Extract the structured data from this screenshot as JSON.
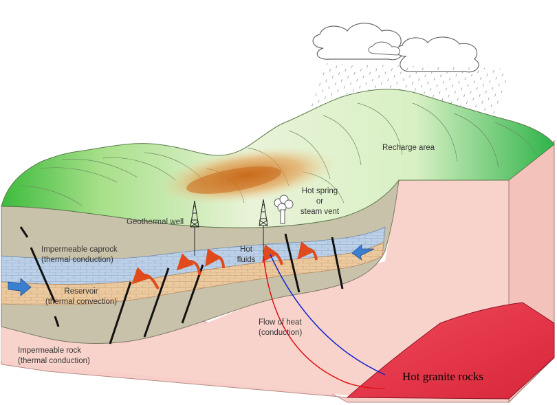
{
  "labels": {
    "recharge_area": "Recharge area",
    "hot_spring_line1": "Hot spring",
    "hot_spring_line2": "or",
    "hot_spring_line3": "steam vent",
    "geothermal_well": "Geothermal well",
    "caprock_line1": "Impermeable caprock",
    "caprock_line2": "(thermal conduction)",
    "hot_fluids_line1": "Hot",
    "hot_fluids_line2": "fluids",
    "reservoir_line1": "Reservoir",
    "reservoir_line2": "(thermal convection)",
    "flow_heat_line1": "Flow of heat",
    "flow_heat_line2": "(conduction)",
    "imperm_rock_line1": "Impermeable rock",
    "imperm_rock_line2": "(thermal conduction)",
    "hot_granite": "Hot granite rocks"
  },
  "colors": {
    "granite": "#e8334a",
    "deep_rock": "#f7cfc8",
    "sediment": "#c8bfa6",
    "caprock": "#c4bc9e",
    "reservoir_blue": "#b9cde6",
    "reservoir_tan": "#ecc9a0",
    "grass_green": "#3fbf3f",
    "grass_light": "#cdeeb8",
    "hot_zone": "#d97a1f",
    "convection_arrow": "#e04a1c",
    "recharge_arrow": "#3a7fd0",
    "heat_line_red": "#e01010",
    "heat_line_blue": "#1020d0"
  }
}
